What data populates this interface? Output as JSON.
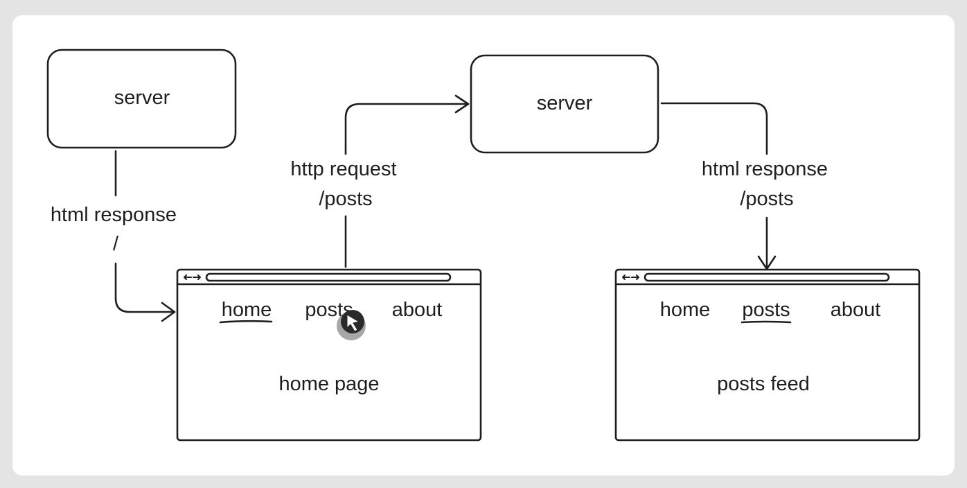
{
  "left_server": {
    "label": "server"
  },
  "right_server": {
    "label": "server"
  },
  "arrows": {
    "left_response": {
      "line1": "html response",
      "line2": "/"
    },
    "request": {
      "line1": "http request",
      "line2": "/posts"
    },
    "right_response": {
      "line1": "html response",
      "line2": "/posts"
    }
  },
  "browser_home": {
    "nav": [
      "home",
      "posts",
      "about"
    ],
    "active": "home",
    "content": "home page"
  },
  "browser_posts": {
    "nav": [
      "home",
      "posts",
      "about"
    ],
    "active": "posts",
    "content": "posts feed"
  }
}
